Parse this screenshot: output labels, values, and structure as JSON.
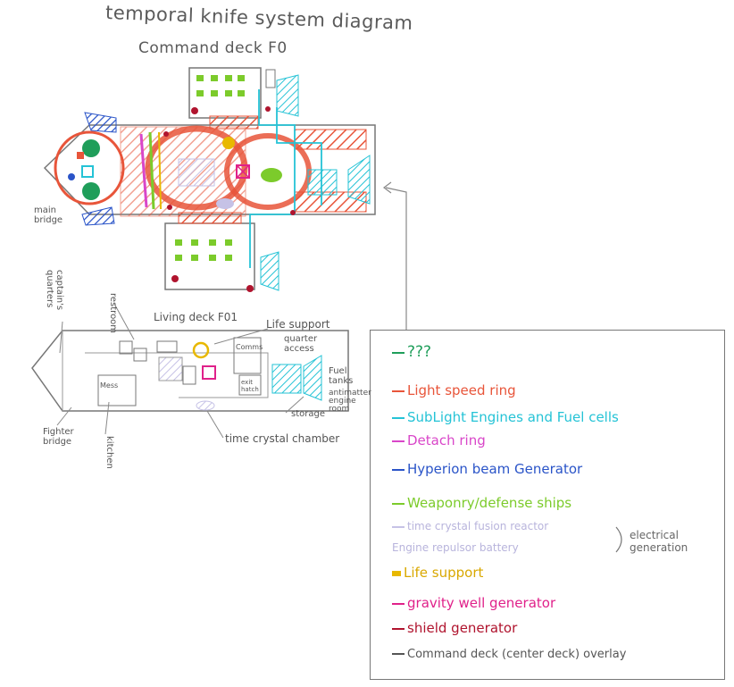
{
  "header": {
    "title": "temporal knife system diagram",
    "subtitle": "Command deck F0"
  },
  "labels": {
    "main_bridge": "main\nbridge",
    "captains_quarters": "captain's\nquarters",
    "restroom": "restroom",
    "living_deck": "Living deck F01",
    "life_support": "Life support",
    "quarter_access": "quarter\naccess",
    "comms": "Comms",
    "fuel_tanks": "Fuel\ntanks",
    "antimatter_engine_room": "antimatter\nengine\nroom",
    "storage": "storage",
    "fighter_bridge": "Fighter\nbridge",
    "kitchen": "kitchen",
    "time_crystal_chamber": "time crystal chamber",
    "mess": "Mess",
    "exit_hatch": "exit\nhatch"
  },
  "legend": {
    "items": [
      {
        "text": "???",
        "color": "#1f9e5a"
      },
      {
        "text": "Light speed ring",
        "color": "#e8553a"
      },
      {
        "text": "SubLight Engines and Fuel cells",
        "color": "#25c3d6"
      },
      {
        "text": "Detach ring",
        "color": "#d946c9"
      },
      {
        "text": "Hyperion beam Generator",
        "color": "#2a54c8"
      },
      {
        "text": "Weaponry/defense ships",
        "color": "#7ccb2b"
      },
      {
        "text": "time crystal fusion reactor",
        "color": "#c6c2e6"
      },
      {
        "text": "Engine repulsor battery",
        "color": "#c6c2e6"
      },
      {
        "text": "Life support",
        "color": "#e8b800"
      },
      {
        "text": "gravity well generator",
        "color": "#e0218a"
      },
      {
        "text": "shield generator",
        "color": "#b0142e"
      },
      {
        "text": "Command deck (center deck) overlay",
        "color": "#555555"
      }
    ],
    "electrical_note": "electrical\ngeneration"
  }
}
